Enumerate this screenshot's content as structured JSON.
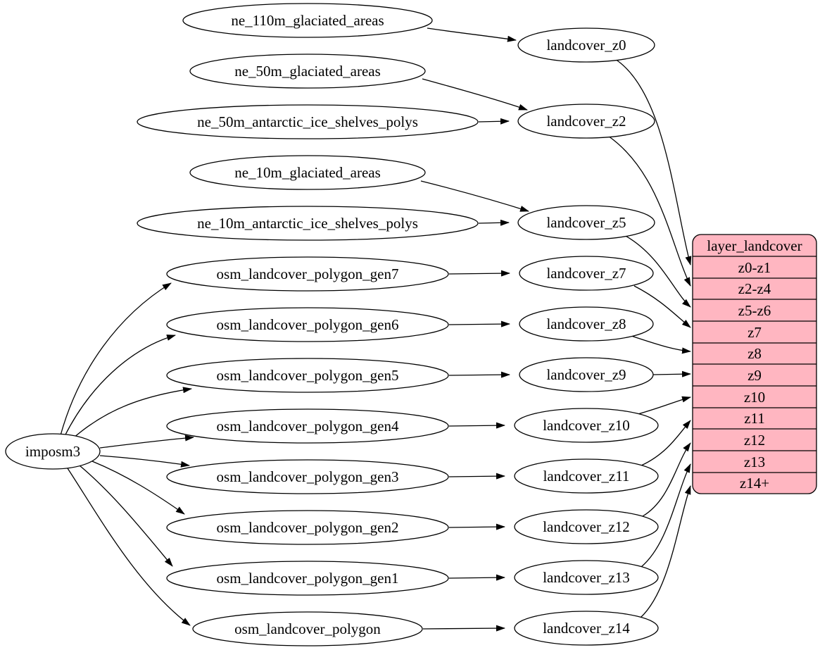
{
  "colors": {
    "table_fill": "#ffb6c1",
    "node_fill": "#ffffff",
    "stroke": "#000000"
  },
  "nodes": {
    "imposm3": {
      "label": "imposm3"
    },
    "ne_110m_glaciated_areas": {
      "label": "ne_110m_glaciated_areas"
    },
    "ne_50m_glaciated_areas": {
      "label": "ne_50m_glaciated_areas"
    },
    "ne_50m_antarctic_ice_shelves_polys": {
      "label": "ne_50m_antarctic_ice_shelves_polys"
    },
    "ne_10m_glaciated_areas": {
      "label": "ne_10m_glaciated_areas"
    },
    "ne_10m_antarctic_ice_shelves_polys": {
      "label": "ne_10m_antarctic_ice_shelves_polys"
    },
    "osm_landcover_polygon_gen7": {
      "label": "osm_landcover_polygon_gen7"
    },
    "osm_landcover_polygon_gen6": {
      "label": "osm_landcover_polygon_gen6"
    },
    "osm_landcover_polygon_gen5": {
      "label": "osm_landcover_polygon_gen5"
    },
    "osm_landcover_polygon_gen4": {
      "label": "osm_landcover_polygon_gen4"
    },
    "osm_landcover_polygon_gen3": {
      "label": "osm_landcover_polygon_gen3"
    },
    "osm_landcover_polygon_gen2": {
      "label": "osm_landcover_polygon_gen2"
    },
    "osm_landcover_polygon_gen1": {
      "label": "osm_landcover_polygon_gen1"
    },
    "osm_landcover_polygon": {
      "label": "osm_landcover_polygon"
    },
    "landcover_z0": {
      "label": "landcover_z0"
    },
    "landcover_z2": {
      "label": "landcover_z2"
    },
    "landcover_z5": {
      "label": "landcover_z5"
    },
    "landcover_z7": {
      "label": "landcover_z7"
    },
    "landcover_z8": {
      "label": "landcover_z8"
    },
    "landcover_z9": {
      "label": "landcover_z9"
    },
    "landcover_z10": {
      "label": "landcover_z10"
    },
    "landcover_z11": {
      "label": "landcover_z11"
    },
    "landcover_z12": {
      "label": "landcover_z12"
    },
    "landcover_z13": {
      "label": "landcover_z13"
    },
    "landcover_z14": {
      "label": "landcover_z14"
    }
  },
  "table": {
    "title": "layer_landcover",
    "rows": [
      "z0-z1",
      "z2-z4",
      "z5-z6",
      "z7",
      "z8",
      "z9",
      "z10",
      "z11",
      "z12",
      "z13",
      "z14+"
    ]
  },
  "edges": [
    {
      "from": "imposm3",
      "to": "osm_landcover_polygon_gen7"
    },
    {
      "from": "imposm3",
      "to": "osm_landcover_polygon_gen6"
    },
    {
      "from": "imposm3",
      "to": "osm_landcover_polygon_gen5"
    },
    {
      "from": "imposm3",
      "to": "osm_landcover_polygon_gen4"
    },
    {
      "from": "imposm3",
      "to": "osm_landcover_polygon_gen3"
    },
    {
      "from": "imposm3",
      "to": "osm_landcover_polygon_gen2"
    },
    {
      "from": "imposm3",
      "to": "osm_landcover_polygon_gen1"
    },
    {
      "from": "imposm3",
      "to": "osm_landcover_polygon"
    },
    {
      "from": "ne_110m_glaciated_areas",
      "to": "landcover_z0"
    },
    {
      "from": "ne_50m_glaciated_areas",
      "to": "landcover_z2"
    },
    {
      "from": "ne_50m_antarctic_ice_shelves_polys",
      "to": "landcover_z2"
    },
    {
      "from": "ne_10m_glaciated_areas",
      "to": "landcover_z5"
    },
    {
      "from": "ne_10m_antarctic_ice_shelves_polys",
      "to": "landcover_z5"
    },
    {
      "from": "osm_landcover_polygon_gen7",
      "to": "landcover_z7"
    },
    {
      "from": "osm_landcover_polygon_gen6",
      "to": "landcover_z8"
    },
    {
      "from": "osm_landcover_polygon_gen5",
      "to": "landcover_z9"
    },
    {
      "from": "osm_landcover_polygon_gen4",
      "to": "landcover_z10"
    },
    {
      "from": "osm_landcover_polygon_gen3",
      "to": "landcover_z11"
    },
    {
      "from": "osm_landcover_polygon_gen2",
      "to": "landcover_z12"
    },
    {
      "from": "osm_landcover_polygon_gen1",
      "to": "landcover_z13"
    },
    {
      "from": "osm_landcover_polygon",
      "to": "landcover_z14"
    },
    {
      "from": "landcover_z0",
      "to": "layer_landcover:z0-z1"
    },
    {
      "from": "landcover_z2",
      "to": "layer_landcover:z2-z4"
    },
    {
      "from": "landcover_z5",
      "to": "layer_landcover:z5-z6"
    },
    {
      "from": "landcover_z7",
      "to": "layer_landcover:z7"
    },
    {
      "from": "landcover_z8",
      "to": "layer_landcover:z8"
    },
    {
      "from": "landcover_z9",
      "to": "layer_landcover:z9"
    },
    {
      "from": "landcover_z10",
      "to": "layer_landcover:z10"
    },
    {
      "from": "landcover_z11",
      "to": "layer_landcover:z11"
    },
    {
      "from": "landcover_z12",
      "to": "layer_landcover:z12"
    },
    {
      "from": "landcover_z13",
      "to": "layer_landcover:z13"
    },
    {
      "from": "landcover_z14",
      "to": "layer_landcover:z14+"
    }
  ]
}
